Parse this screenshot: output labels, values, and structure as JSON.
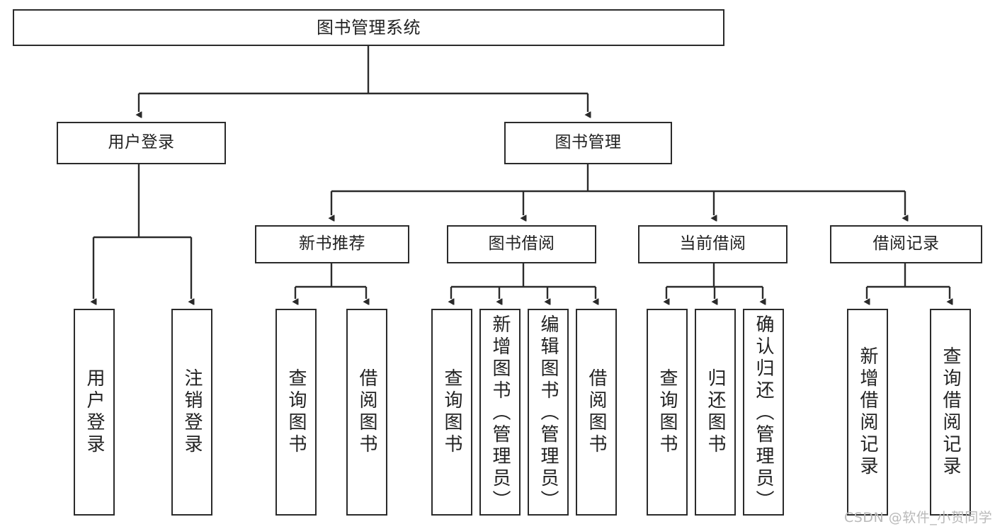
{
  "diagram": {
    "title": "图书管理系统",
    "type": "hierarchy-tree",
    "colors": {
      "stroke": "#2b2b2b",
      "fill": "#ffffff",
      "text": "#222222",
      "watermark": "#b9b9b9"
    }
  },
  "root": {
    "label": "图书管理系统"
  },
  "level2": [
    {
      "label": "用户登录"
    },
    {
      "label": "图书管理"
    }
  ],
  "level3": [
    {
      "label": "新书推荐"
    },
    {
      "label": "图书借阅"
    },
    {
      "label": "当前借阅"
    },
    {
      "label": "借阅记录"
    }
  ],
  "leaves": {
    "user_login": [
      {
        "label": "用户登录"
      },
      {
        "label": "注销登录"
      }
    ],
    "new_book_recommend": [
      {
        "label": "查询图书"
      },
      {
        "label": "借阅图书"
      }
    ],
    "book_borrow": [
      {
        "label": "查询图书"
      },
      {
        "label": "新增图书（管理员）"
      },
      {
        "label": "编辑图书（管理员）"
      },
      {
        "label": "借阅图书"
      }
    ],
    "current_borrow": [
      {
        "label": "查询图书"
      },
      {
        "label": "归还图书"
      },
      {
        "label": "确认归还（管理员）"
      }
    ],
    "borrow_record": [
      {
        "label": "新增借阅记录"
      },
      {
        "label": "查询借阅记录"
      }
    ]
  },
  "watermark": {
    "text": "CSDN @软件_小贺同学"
  }
}
